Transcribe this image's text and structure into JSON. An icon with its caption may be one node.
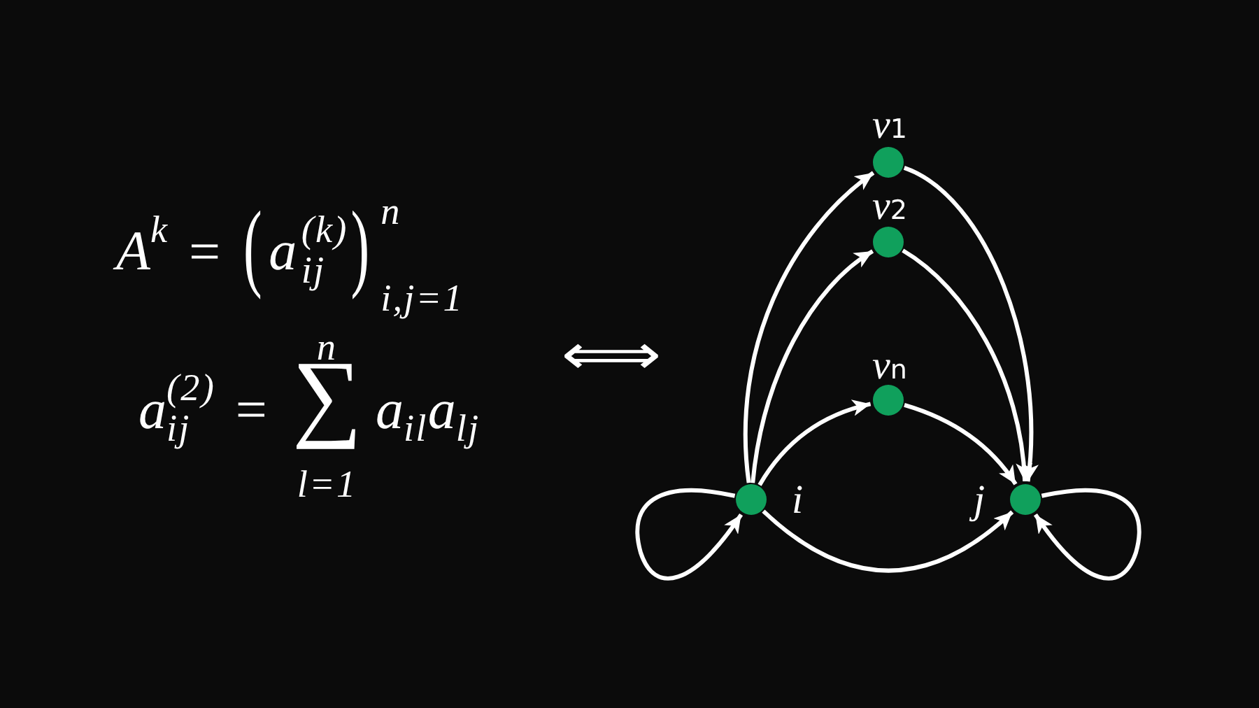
{
  "diagram": {
    "nodes": [
      {
        "text": [],
        "shape": "circle",
        "beside": [
          "v1"
        ]
      },
      {
        "text": [],
        "shape": "circle",
        "beside": [
          "v2"
        ]
      },
      {
        "text": [],
        "shape": "circle",
        "beside": [
          "vn"
        ]
      },
      {
        "text": [],
        "shape": "circle",
        "beside": [
          "i"
        ]
      },
      {
        "text": [],
        "shape": "circle",
        "beside": [
          "j"
        ]
      }
    ],
    "edges": [
      {
        "from": 3,
        "to": 0,
        "arrow": "to"
      },
      {
        "from": 3,
        "to": 1,
        "arrow": "to"
      },
      {
        "from": 3,
        "to": 2,
        "arrow": "to"
      },
      {
        "from": 0,
        "to": 4,
        "arrow": "to"
      },
      {
        "from": 1,
        "to": 4,
        "arrow": "to"
      },
      {
        "from": 2,
        "to": 4,
        "arrow": "to"
      },
      {
        "from": 3,
        "to": 4,
        "arrow": "to"
      },
      {
        "from": 3,
        "to": 3,
        "arrow": "to"
      },
      {
        "from": 4,
        "to": 4,
        "arrow": "to"
      }
    ],
    "labels": [
      "A$^{k}$=(a$^{(k)}$$_{ij}$)$^{n}$$_{i,j=1}$",
      "a$^{(2)}$$_{ij}$=∑$^{n}$$_{l=1}$a$_{il}$a$_{lj}$",
      "⟺"
    ]
  }
}
